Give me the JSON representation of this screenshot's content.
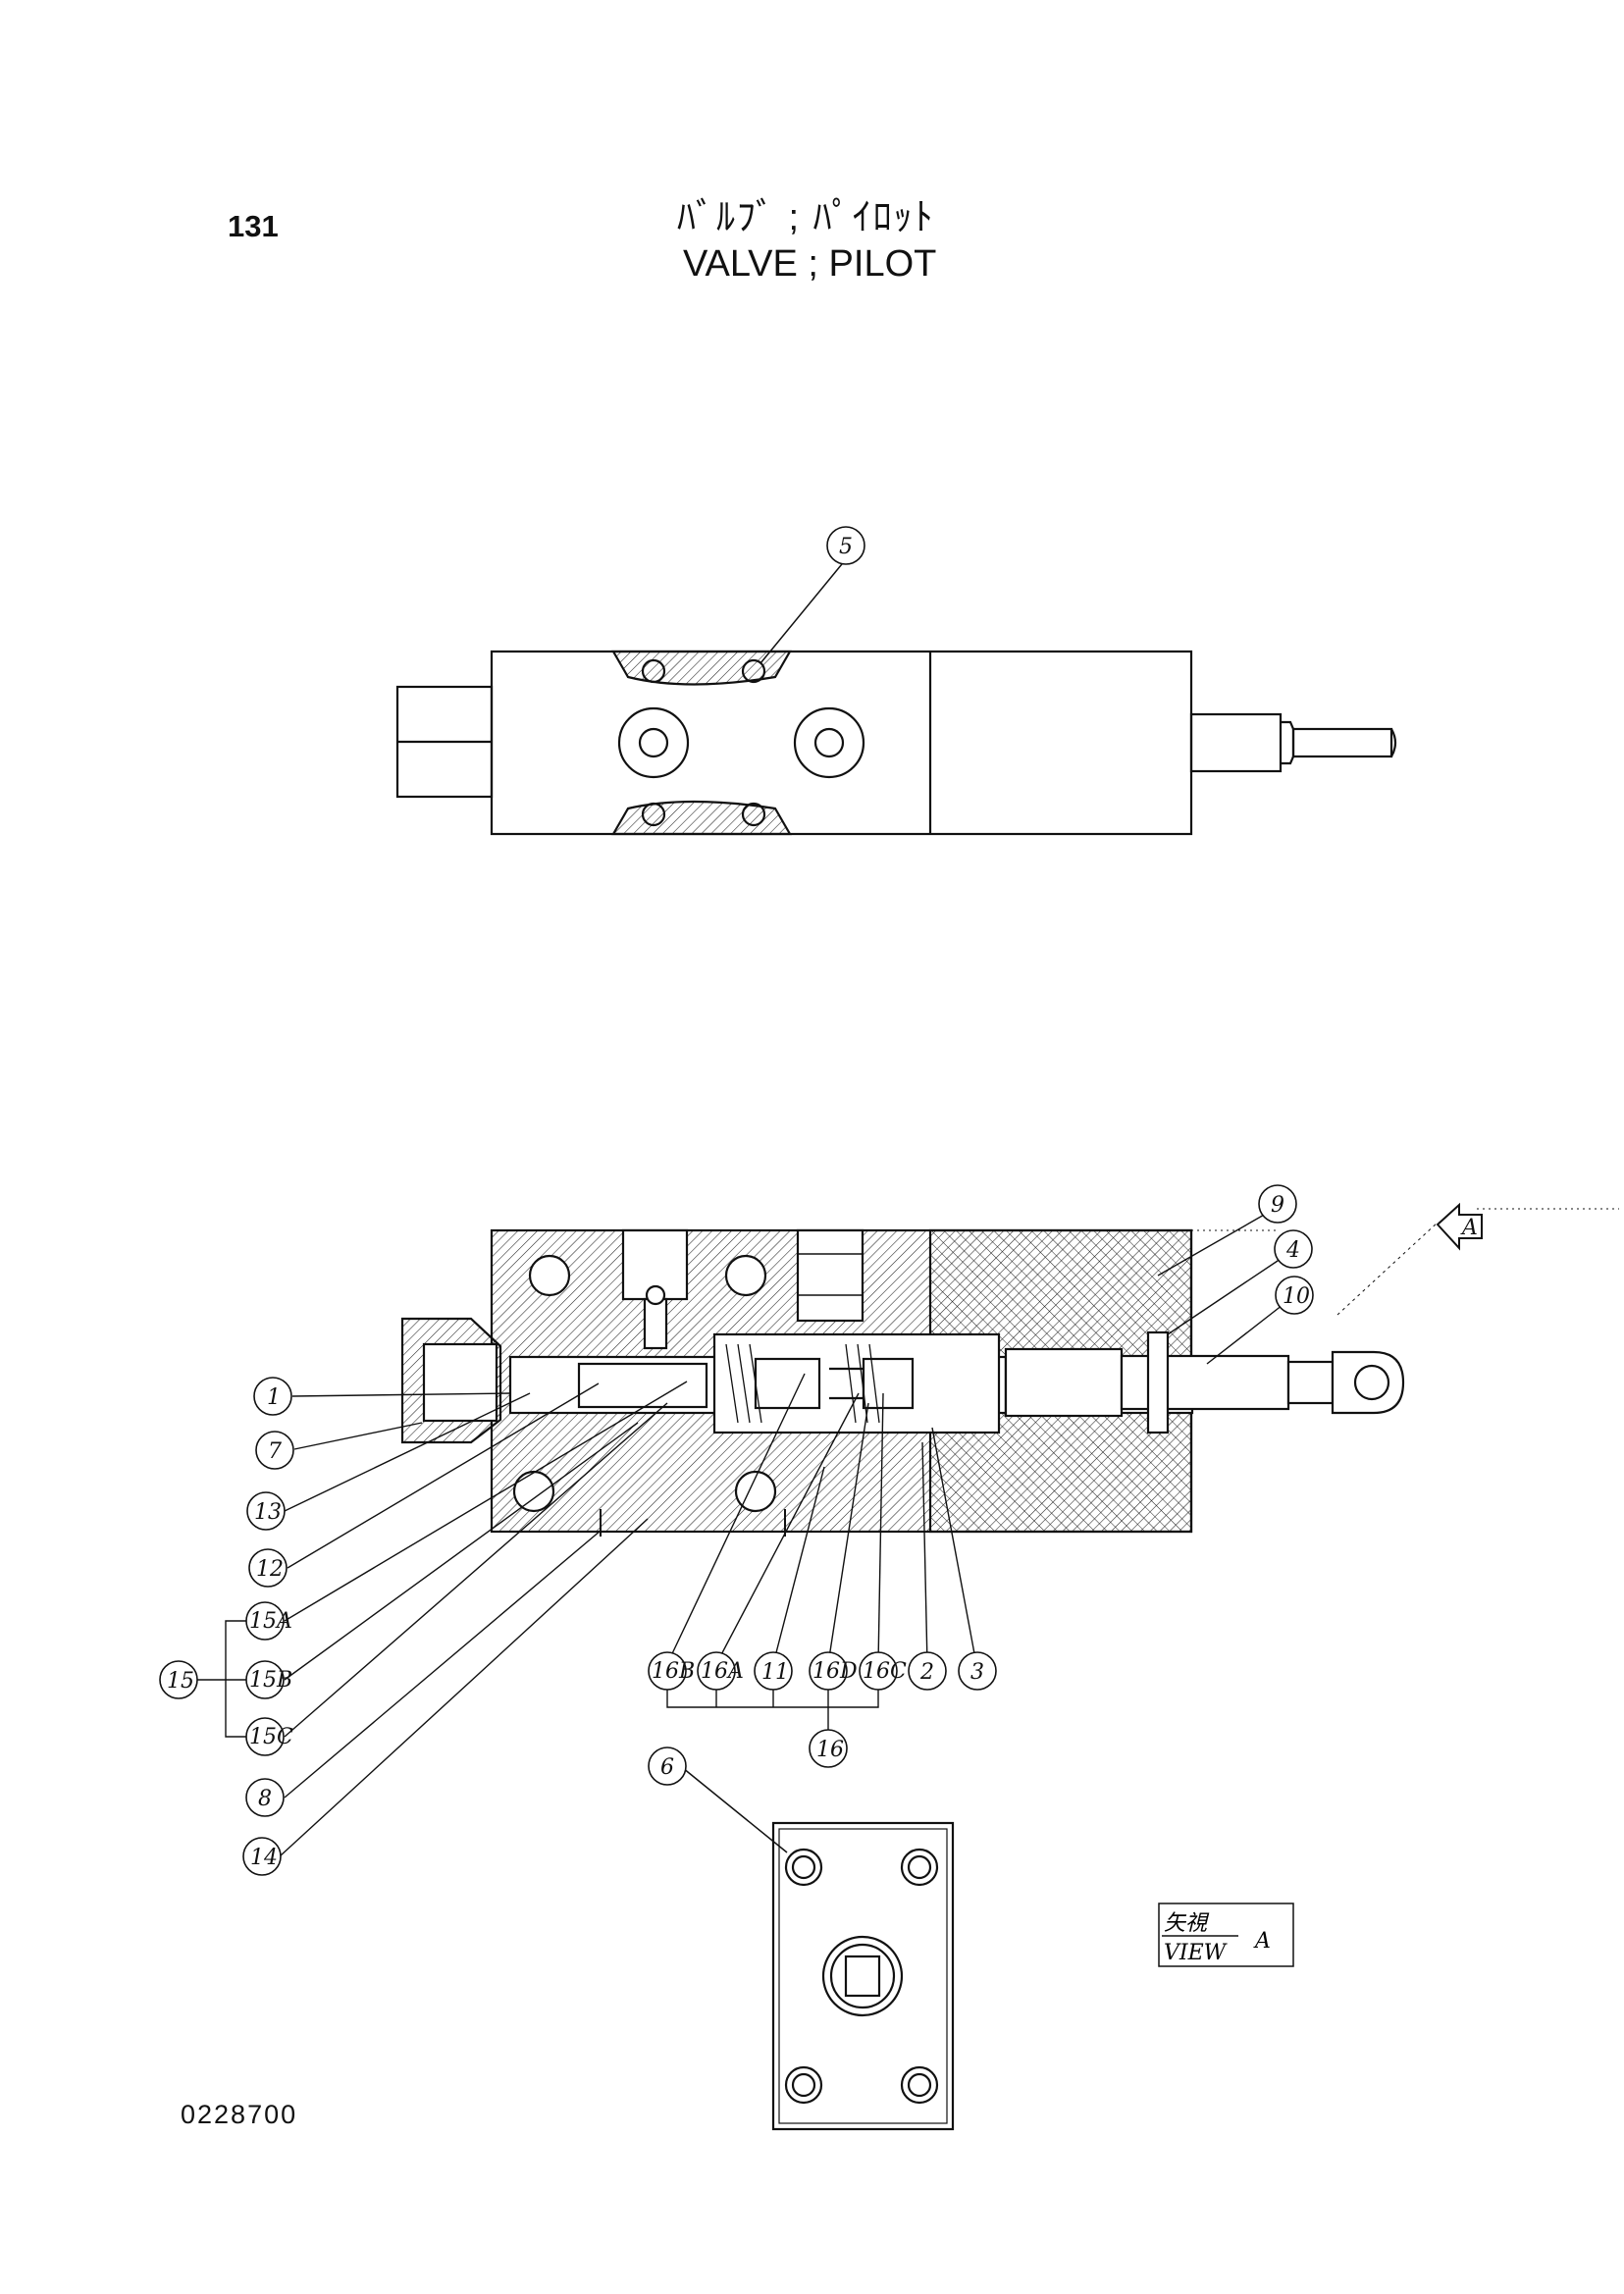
{
  "header": {
    "page_number": "131",
    "title_jp": "ﾊﾞﾙﾌﾞ ; ﾊﾟｲﾛｯﾄ",
    "title_en": "VALVE ; PILOT"
  },
  "footer": {
    "doc_code": "0228700"
  },
  "view_label": {
    "jp": "矢視",
    "en": "VIEW",
    "letter": "A"
  },
  "view_arrow_letter": "A",
  "callouts": {
    "c1": "1",
    "c2": "2",
    "c3": "3",
    "c4": "4",
    "c5": "5",
    "c6": "6",
    "c7": "7",
    "c8": "8",
    "c9": "9",
    "c10": "10",
    "c11": "11",
    "c12": "12",
    "c13": "13",
    "c14": "14",
    "c15": "15",
    "c15a": "15A",
    "c15b": "15B",
    "c15c": "15C",
    "c16": "16",
    "c16a": "16A",
    "c16b": "16B",
    "c16c": "16C",
    "c16d": "16D"
  }
}
